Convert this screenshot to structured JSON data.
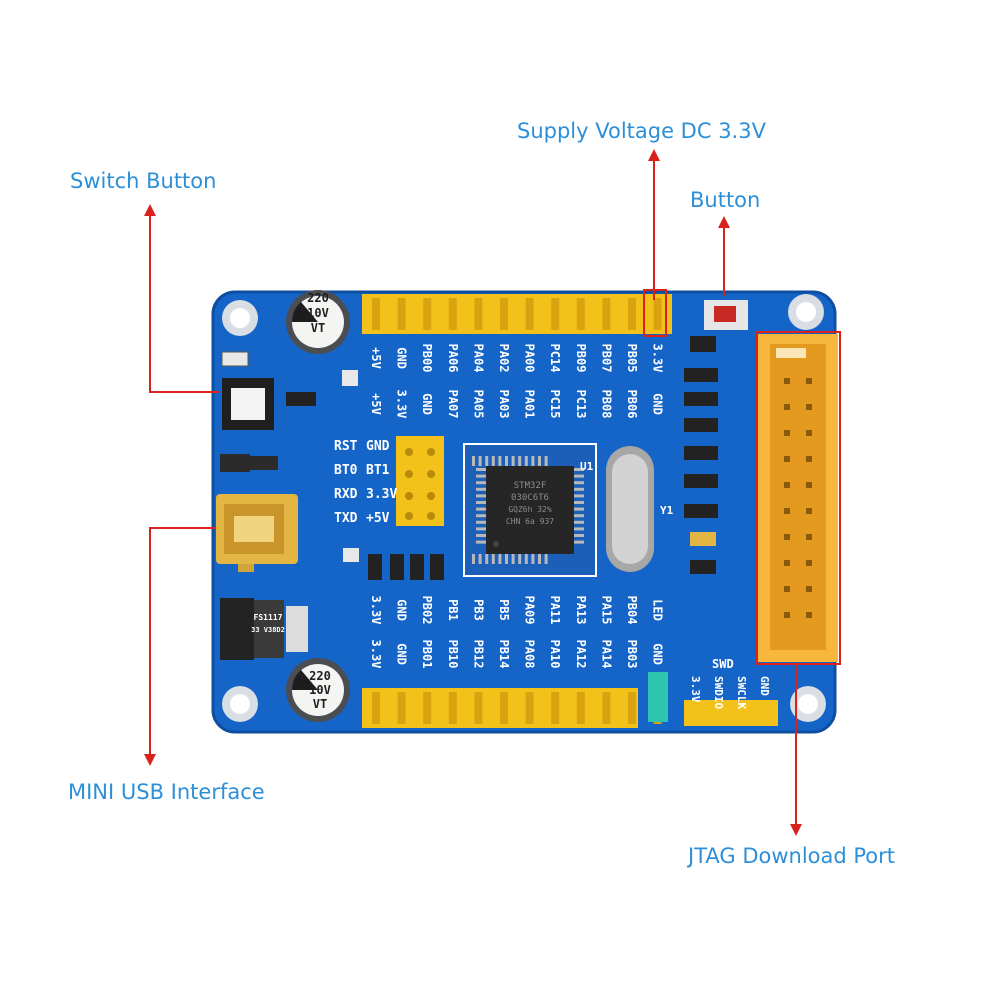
{
  "callouts": {
    "supply_voltage": "Supply Voltage DC 3.3V",
    "switch_button": "Switch Button",
    "button": "Button",
    "mini_usb": "MINI USB Interface",
    "jtag": "JTAG Download Port"
  },
  "colors": {
    "pcb": "#1565c8",
    "pcb_dark": "#0d4ea3",
    "header_pin": "#f3c21a",
    "callout_text": "#2d8fd8",
    "arrow": "#d9221c",
    "connector": "#f6b73c"
  },
  "board": {
    "top_header_labels_row1": [
      "+5V",
      "GND",
      "PB00",
      "PA06",
      "PA04",
      "PA02",
      "PA00",
      "PC14",
      "PB09",
      "PB07",
      "PB05",
      "3.3V"
    ],
    "top_header_labels_row2": [
      "+5V",
      "3.3V",
      "GND",
      "PA07",
      "PA05",
      "PA03",
      "PA01",
      "PC15",
      "PC13",
      "PB08",
      "PB06",
      "GND"
    ],
    "bottom_header_labels_row1": [
      "3.3V",
      "GND",
      "PB02",
      "PB1",
      "PB3",
      "PB5",
      "PA09",
      "PA11",
      "PA13",
      "PA15",
      "PB04",
      "LED"
    ],
    "bottom_header_labels_row2": [
      "3.3V",
      "GND",
      "PB01",
      "PB10",
      "PB12",
      "PB14",
      "PA08",
      "PA10",
      "PA12",
      "PA14",
      "PB03",
      "GND"
    ],
    "left_labels": [
      "RST",
      "BT0",
      "RXD",
      "TXD"
    ],
    "left_labels_b": [
      "GND",
      "BT1",
      "3.3V",
      "+5V"
    ],
    "chip_text": [
      "STM32F",
      "030C6T6",
      "GQZ6h 32%",
      "CHN 6a 937"
    ],
    "cap_text": [
      "220",
      "10V",
      "VT"
    ],
    "swd_label": "SWD",
    "swd_pins": [
      "3.3V",
      "SWDIO",
      "SWCLK",
      "GND"
    ],
    "crystal_label": "Y1",
    "chip_label": "U1",
    "reg_text": [
      "FS1117",
      "33 V38D2"
    ]
  }
}
